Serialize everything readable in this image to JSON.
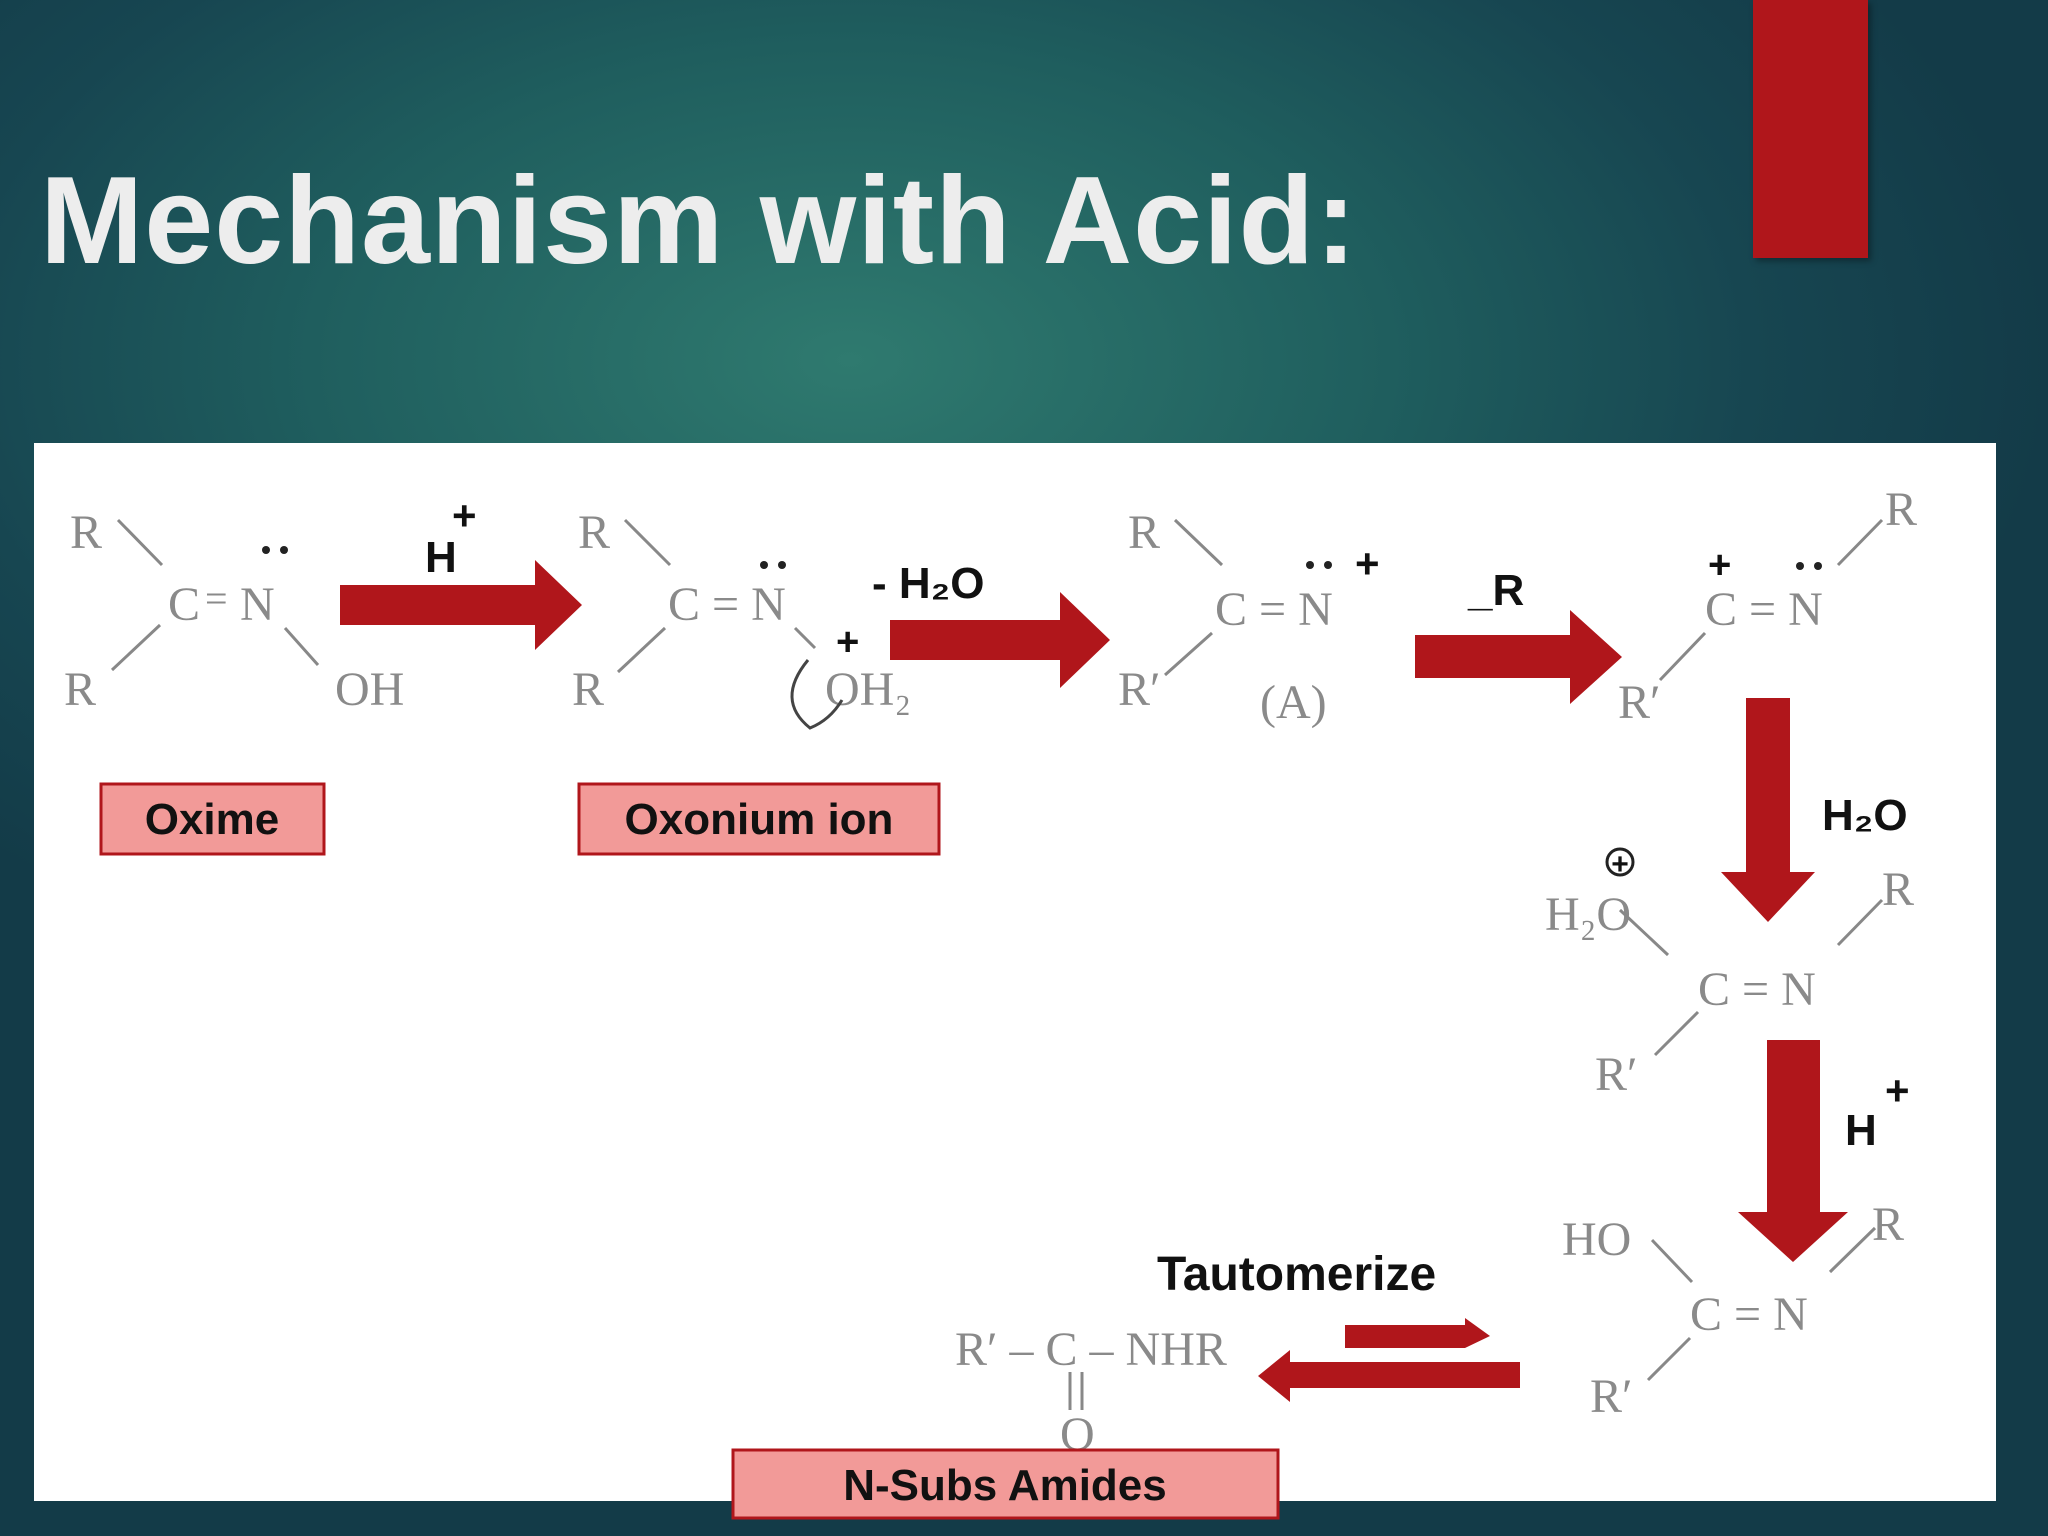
{
  "slide": {
    "title": "Mechanism with Acid:",
    "accent_color": "#b0161b"
  },
  "labels": {
    "oxime": "Oxime",
    "oxonium_ion": "Oxonium ion",
    "n_subs_amides": "N-Subs Amides"
  },
  "reagents": {
    "h_plus_1": "H",
    "minus_h2o": "- H₂O",
    "minus_r": "_R",
    "h2o": "H₂O",
    "h_plus_2": "H",
    "tautomerize": "Tautomerize",
    "plus": "+"
  },
  "structures": {
    "R": "R",
    "R_prime": "R′",
    "C_eq_N": "C = N",
    "C_eq_N_tight": "C=N",
    "OH": "OH",
    "OH2": "OH₂",
    "A": "(A)",
    "H2O_bound": "H₂O",
    "HO": "HO",
    "amide": "R′ – C – NHR",
    "O": "O"
  }
}
